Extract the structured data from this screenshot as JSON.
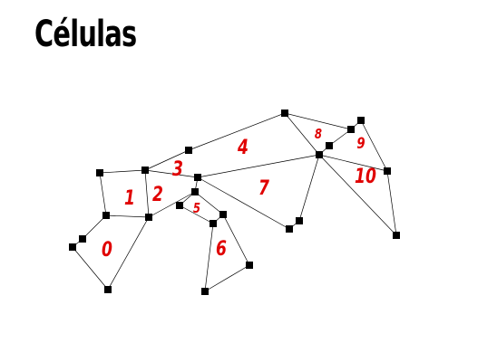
{
  "page": {
    "title": "Células"
  },
  "diagram": {
    "label_color": "#e00000",
    "cells": [
      "0",
      "1",
      "2",
      "3",
      "4",
      "5",
      "6",
      "7",
      "8",
      "9",
      "10"
    ]
  }
}
